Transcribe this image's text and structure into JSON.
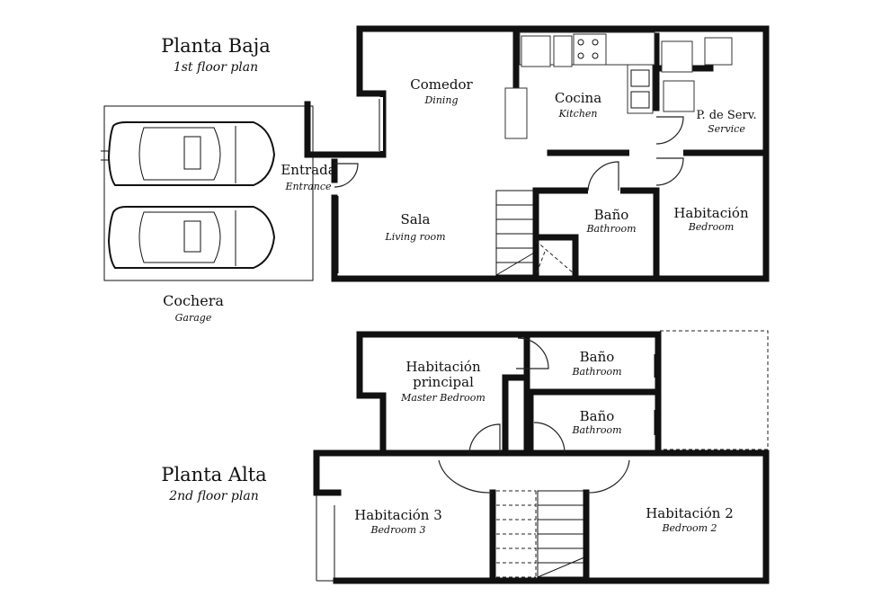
{
  "ground_floor": {
    "title": "Planta Baja",
    "subtitle": "1st floor plan",
    "rooms": {
      "comedor": {
        "es": "Comedor",
        "en": "Dining"
      },
      "cocina": {
        "es": "Cocina",
        "en": "Kitchen"
      },
      "servicio": {
        "es": "P. de Serv.",
        "en": "Service"
      },
      "entrada": {
        "es": "Entrada",
        "en": "Entrance"
      },
      "sala": {
        "es": "Sala",
        "en": "Living room"
      },
      "bano": {
        "es": "Baño",
        "en": "Bathroom"
      },
      "habitacion": {
        "es": "Habitación",
        "en": "Bedroom"
      },
      "cochera": {
        "es": "Cochera",
        "en": "Garage"
      }
    }
  },
  "upper_floor": {
    "title": "Planta Alta",
    "subtitle": "2nd floor plan",
    "rooms": {
      "principal": {
        "es_line1": "Habitación",
        "es_line2": "principal",
        "en": "Master Bedroom"
      },
      "bano1": {
        "es": "Baño",
        "en": "Bathroom"
      },
      "bano2": {
        "es": "Baño",
        "en": "Bathroom"
      },
      "hab3": {
        "es": "Habitación 3",
        "en": "Bedroom 3"
      },
      "hab2": {
        "es": "Habitación 2",
        "en": "Bedroom 2"
      }
    }
  }
}
